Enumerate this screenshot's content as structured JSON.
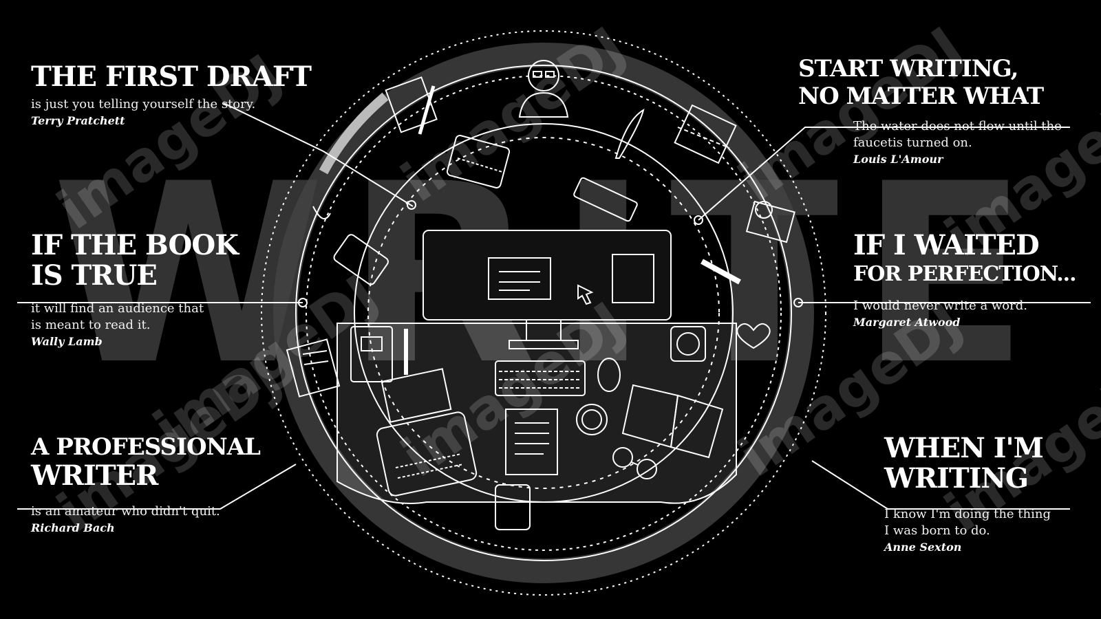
{
  "background_word": "WRITE",
  "watermark": "imageDJ",
  "quotes": {
    "q1": {
      "title": "THE FIRST DRAFT",
      "body": "is just you telling yourself the story.",
      "author": "Terry Pratchett"
    },
    "q2": {
      "title_line1": "IF THE BOOK",
      "title_line2": "IS TRUE",
      "body_line1": "it will find an audience that",
      "body_line2": "is meant to read it.",
      "author": "Wally Lamb"
    },
    "q3": {
      "title_line1": "A PROFESSIONAL",
      "title_line2": "WRITER",
      "body": "is an amateur who didn't quit.",
      "author": "Richard Bach"
    },
    "q4": {
      "title_line1": "START WRITING,",
      "title_line2": "NO MATTER WHAT",
      "body_line1": "The water does not flow until the",
      "body_line2": "faucetis turned on.",
      "author": "Louis L'Amour"
    },
    "q5": {
      "title_line1": "IF I WAITED",
      "title_line2": "FOR PERFECTION...",
      "body": "I would never write a word.",
      "author": "Margaret Atwood"
    },
    "q6": {
      "title_line1": "WHEN I'M",
      "title_line2": "WRITING",
      "body_line1": "I know I'm doing the thing",
      "body_line2": "I was born to do.",
      "author": "Anne Sexton"
    }
  },
  "icons": [
    "writer-icon",
    "notes-icon",
    "quill-icon",
    "calendar-icon",
    "typewriter-icon",
    "keyboard-icon",
    "coffee-icon",
    "monitor-icon",
    "smartphone-icon",
    "lamp-icon",
    "notebook-icon",
    "pen-icon",
    "book-icon",
    "mouse-icon",
    "clipboard-icon",
    "glasses-icon",
    "open-book-icon",
    "heart-icon",
    "fan-icon",
    "tablet-icon"
  ],
  "colors": {
    "background": "#000000",
    "line": "#ffffff",
    "ring": "#3a3a3a",
    "bg_word": "#333333"
  }
}
